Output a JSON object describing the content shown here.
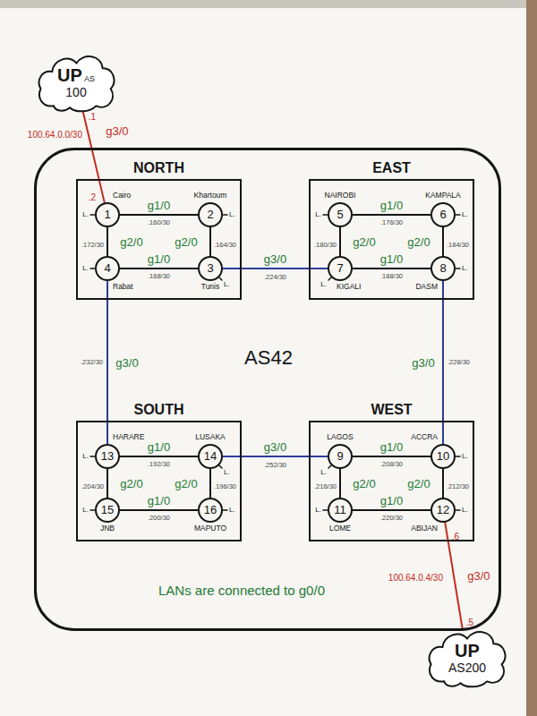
{
  "diagram": {
    "nodes": [
      {
        "text": [
          "UP",
          "AS",
          "100"
        ]
      },
      {
        "text": [
          "AS42"
        ]
      },
      {
        "text": [
          "NORTH"
        ],
        "in": 1
      },
      {
        "text": [
          "1",
          "Cairo"
        ],
        "in": 2
      },
      {
        "text": [
          "2",
          "Khartoum"
        ],
        "in": 2
      },
      {
        "text": [
          "4",
          "Rabat"
        ],
        "in": 2
      },
      {
        "text": [
          "3",
          "Tunis"
        ],
        "in": 2
      },
      {
        "text": [
          "EAST"
        ],
        "in": 1
      },
      {
        "text": [
          "5",
          "NAIROBI"
        ],
        "in": 7
      },
      {
        "text": [
          "6",
          "KAMPALA"
        ],
        "in": 7
      },
      {
        "text": [
          "7",
          "KIGALI"
        ],
        "in": 7
      },
      {
        "text": [
          "8",
          "DASM"
        ],
        "in": 7
      },
      {
        "text": [
          "SOUTH"
        ],
        "in": 1
      },
      {
        "text": [
          "13",
          "HARARE"
        ],
        "in": 12
      },
      {
        "text": [
          "14",
          "LUSAKA"
        ],
        "in": 12
      },
      {
        "text": [
          "15",
          "JNB"
        ],
        "in": 12
      },
      {
        "text": [
          "16",
          "MAPUTO"
        ],
        "in": 12
      },
      {
        "text": [
          "WEST"
        ],
        "in": 1
      },
      {
        "text": [
          "9",
          "LAGOS"
        ],
        "in": 17
      },
      {
        "text": [
          "10",
          "ACCRA"
        ],
        "in": 17
      },
      {
        "text": [
          "11",
          "LOME"
        ],
        "in": 17
      },
      {
        "text": [
          "12",
          "ABIJAN"
        ],
        "in": 17
      },
      {
        "text": [
          "UP",
          "AS200"
        ]
      }
    ],
    "edges": [
      {
        "from": 0,
        "to": 3,
        "arrow": "none",
        "label": "g3/0"
      },
      {
        "from": 3,
        "to": 4,
        "arrow": "none",
        "label": "g1/0"
      },
      {
        "from": 3,
        "to": 5,
        "arrow": "none",
        "label": "g2/0"
      },
      {
        "from": 4,
        "to": 6,
        "arrow": "none",
        "label": "g2/0"
      },
      {
        "from": 5,
        "to": 6,
        "arrow": "none",
        "label": "g1/0"
      },
      {
        "from": 6,
        "to": 10,
        "arrow": "none",
        "label": "g3/0"
      },
      {
        "from": 8,
        "to": 9,
        "arrow": "none",
        "label": "g1/0"
      },
      {
        "from": 8,
        "to": 10,
        "arrow": "none",
        "label": "g2/0"
      },
      {
        "from": 9,
        "to": 11,
        "arrow": "none",
        "label": "g2/0"
      },
      {
        "from": 10,
        "to": 11,
        "arrow": "none",
        "label": "g1/0"
      },
      {
        "from": 5,
        "to": 13,
        "arrow": "none",
        "label": "g3/0"
      },
      {
        "from": 11,
        "to": 19,
        "arrow": "none",
        "label": "g3/0"
      },
      {
        "from": 13,
        "to": 14,
        "arrow": "none",
        "label": "g1/0"
      },
      {
        "from": 13,
        "to": 15,
        "arrow": "none",
        "label": "g2/0"
      },
      {
        "from": 14,
        "to": 16,
        "arrow": "none",
        "label": "g2/0"
      },
      {
        "from": 15,
        "to": 16,
        "arrow": "none",
        "label": "g1/0"
      },
      {
        "from": 14,
        "to": 18,
        "arrow": "none",
        "label": "g3/0"
      },
      {
        "from": 18,
        "to": 19,
        "arrow": "none",
        "label": "g1/0"
      },
      {
        "from": 18,
        "to": 20,
        "arrow": "none",
        "label": "g2/0"
      },
      {
        "from": 19,
        "to": 21,
        "arrow": "none",
        "label": "g2/0"
      },
      {
        "from": 20,
        "to": 21,
        "arrow": "none",
        "label": "g1/0"
      },
      {
        "from": 21,
        "to": 22,
        "arrow": "none",
        "label": "g3/0"
      }
    ],
    "labels": [
      "100.64.0.0/30",
      ".1",
      ".2",
      "100.64.0.4/30",
      ".6",
      ".5",
      ".160/30",
      ".172/30",
      ".164/30",
      ".168/30",
      ".224/30",
      ".176/30",
      ".180/30",
      ".184/30",
      ".188/30",
      ".232/30",
      ".228/30",
      ".192/30",
      ".204/30",
      ".196/30",
      ".200/30",
      ".252/30",
      ".208/30",
      ".216/30",
      ".212/30",
      ".220/30",
      "L.",
      "L.",
      "L.",
      "L.",
      "L.",
      "L.",
      "L.",
      "L.",
      "L.",
      "L.",
      "L.",
      "L.",
      "L.",
      "L.",
      "L.",
      "L.",
      "LANs are connected to g0/0"
    ]
  }
}
